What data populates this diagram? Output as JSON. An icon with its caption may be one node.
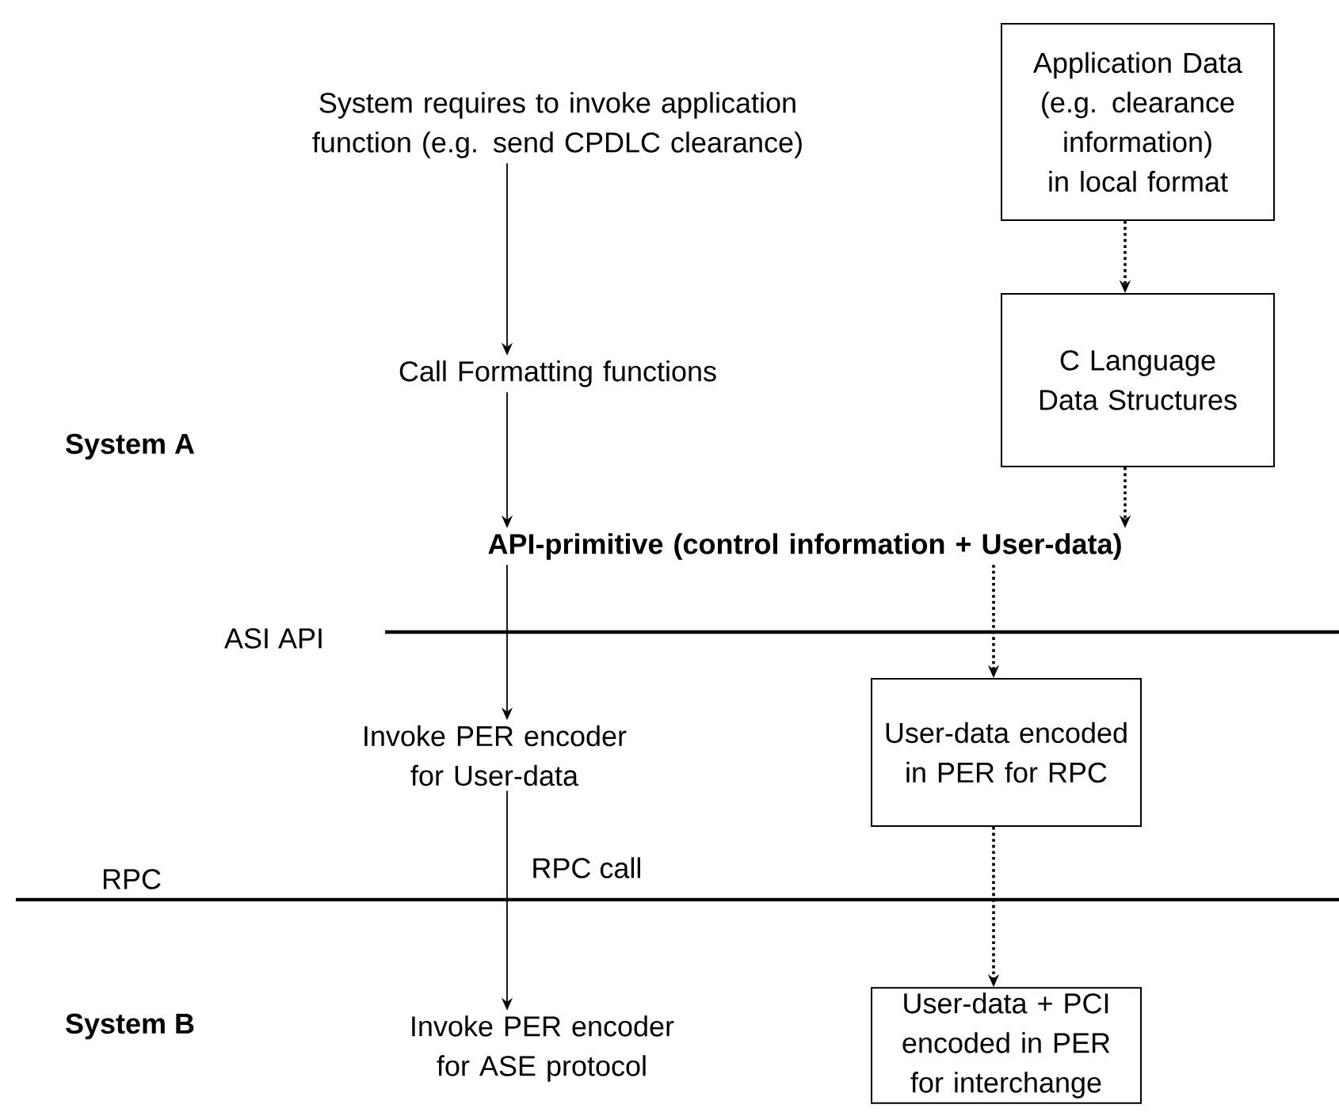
{
  "diagram": {
    "nodes": [
      {
        "text": [
          "System requires to invoke application function (e.g. send CPDLC clearance)"
        ]
      },
      {
        "text": [
          "Application Data (e.g. clearance information) in local format"
        ]
      },
      {
        "text": [
          "Call Formatting functions"
        ]
      },
      {
        "text": [
          "C Language Data Structures"
        ]
      },
      {
        "text": [
          "API-primitive (control information + User-data)"
        ]
      },
      {
        "text": [
          "Invoke PER encoder for User-data"
        ]
      },
      {
        "text": [
          "User-data encoded in PER for RPC"
        ]
      },
      {
        "text": [
          "Invoke PER encoder for ASE protocol"
        ]
      },
      {
        "text": [
          "User-data + PCI encoded in PER for interchange"
        ]
      }
    ],
    "edges": [
      {
        "from": 0,
        "to": 2,
        "arrow": "to"
      },
      {
        "from": 2,
        "to": 4,
        "arrow": "to"
      },
      {
        "from": 4,
        "to": 5,
        "arrow": "to"
      },
      {
        "from": 5,
        "to": 7,
        "arrow": "to",
        "label": "RPC call"
      },
      {
        "from": 1,
        "to": 3,
        "arrow": "to",
        "style": "dashed"
      },
      {
        "from": 3,
        "to": 4,
        "arrow": "to",
        "style": "dashed"
      },
      {
        "from": 4,
        "to": 6,
        "arrow": "to",
        "style": "dashed"
      },
      {
        "from": 6,
        "to": 8,
        "arrow": "to",
        "style": "dashed"
      }
    ],
    "labels": [
      "System A",
      "ASI API",
      "RPC",
      "System B"
    ]
  }
}
